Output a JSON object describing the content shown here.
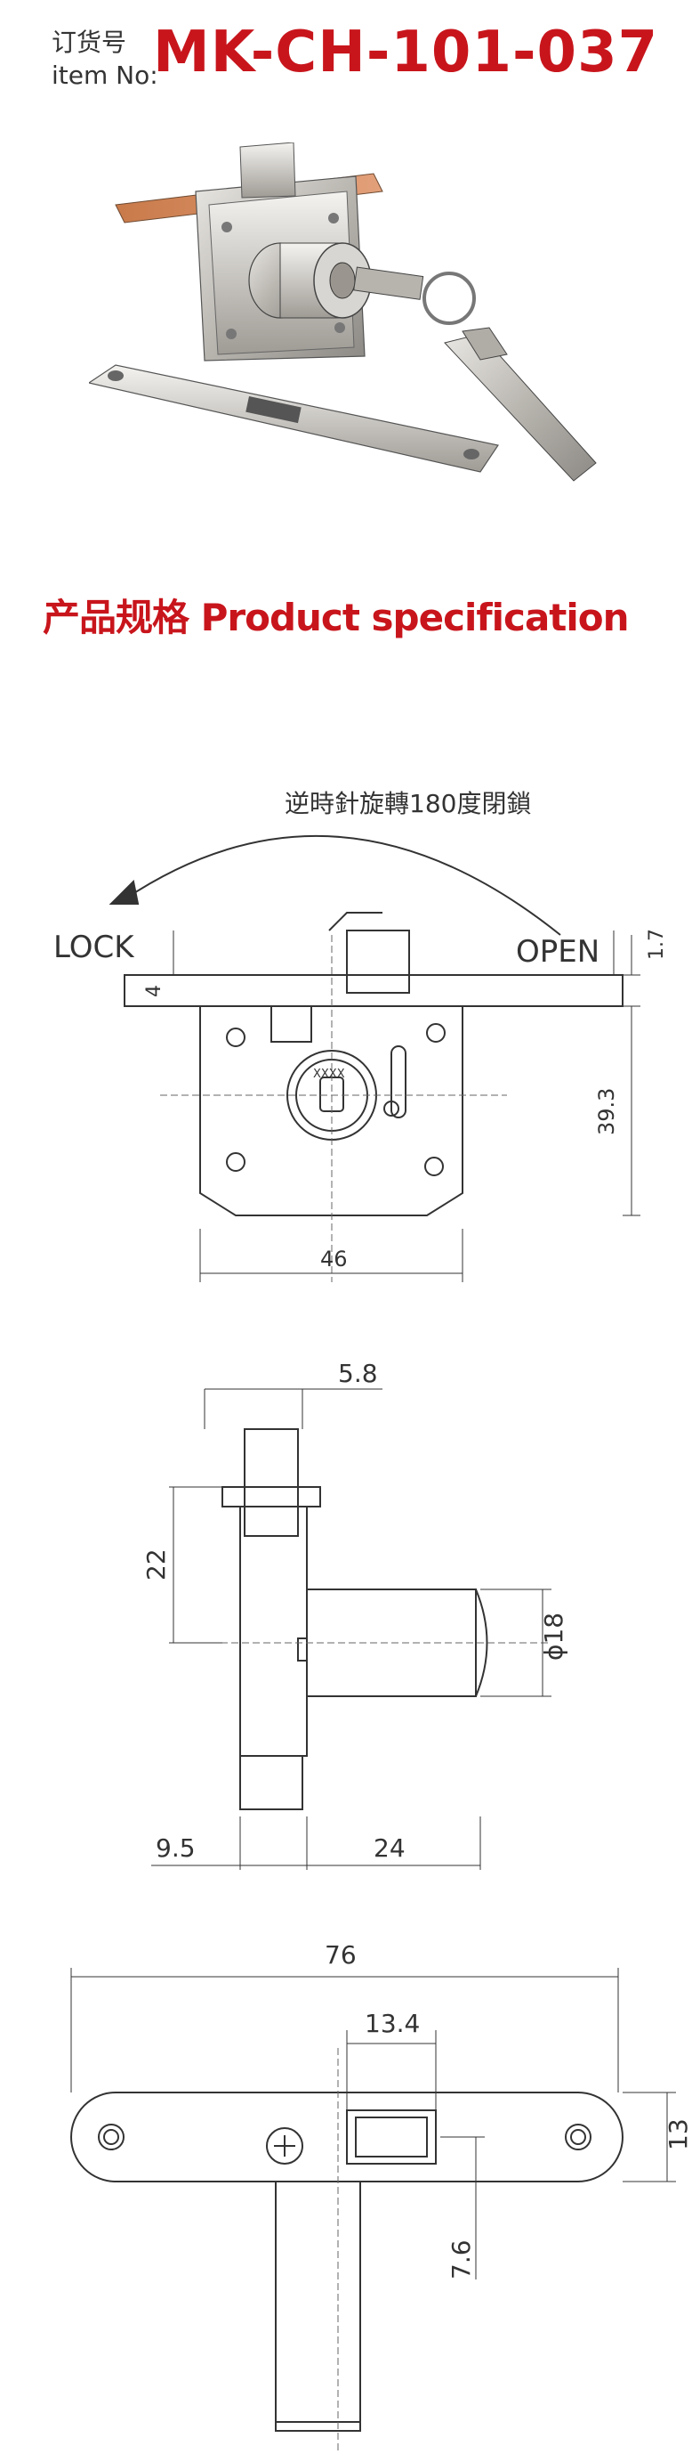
{
  "header": {
    "label_cn": "订货号",
    "label_en": "item No:",
    "item_number": "MK-CH-101-037"
  },
  "section_title": "产品规格 Product specification",
  "drawing_front": {
    "rotation_note": "逆時針旋轉180度閉鎖",
    "lock_label": "LOCK",
    "open_label": "OPEN",
    "key_marking": "XXXX",
    "dim_plate_thickness": "1.7",
    "dim_top_offset": "4",
    "dim_height": "39.3",
    "dim_width": "46"
  },
  "drawing_side": {
    "dim_bolt": "5.8",
    "dim_height": "22",
    "dim_diameter": "ϕ18",
    "dim_left": "9.5",
    "dim_cylinder": "24"
  },
  "drawing_top": {
    "dim_length": "76",
    "dim_bolt_width": "13.4",
    "dim_plate_height": "13",
    "dim_offset": "7.6"
  },
  "colors": {
    "brand_red": "#c8151c",
    "line": "#333333"
  }
}
